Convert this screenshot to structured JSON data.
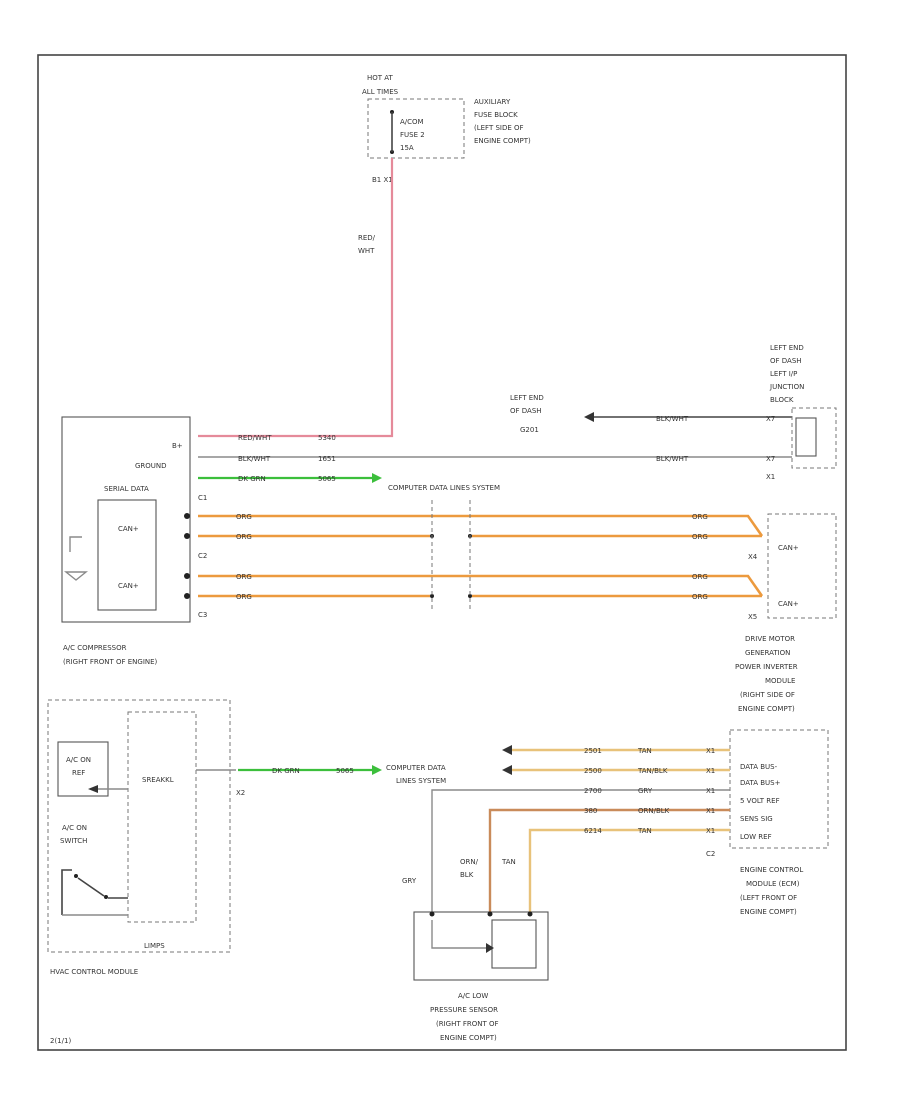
{
  "top_fuse": {
    "hot": "HOT AT",
    "hot2": "ALL TIMES",
    "fuse1": "A/COM",
    "fuse2": "FUSE 2",
    "fuse3": "15A",
    "block1": "AUXILIARY",
    "block2": "FUSE BLOCK",
    "block3": "(LEFT SIDE OF",
    "block4": "ENGINE COMPT)",
    "conn": "B1 X1"
  },
  "feed_wire": {
    "color1": "RED/",
    "color2": "WHT"
  },
  "ground_left": {
    "l1": "LEFT END",
    "l2": "OF DASH",
    "l3": "G201",
    "wire": "BLK/WHT"
  },
  "junction": {
    "l1": "LEFT END",
    "l2": "OF DASH",
    "l3": "LEFT I/P",
    "l4": "JUNCTION",
    "l5": "BLOCK",
    "pin1": "X7",
    "pin2": "X7",
    "conn": "X1"
  },
  "compressor": {
    "pin_bplus": "B+",
    "pin_ground": "GROUND",
    "pin_serial": "SERIAL DATA",
    "can1": "CAN+",
    "can2": "CAN+",
    "c1": "C1",
    "c2": "C2",
    "c3": "C3",
    "label1": "A/C COMPRESSOR",
    "label2": "(RIGHT FRONT OF ENGINE)",
    "w1_color": "RED/WHT",
    "w1_circuit": "5340",
    "w2_color": "BLK/WHT",
    "w2_circuit": "1651",
    "w3_color": "DK GRN",
    "w3_circuit": "5065"
  },
  "comp_data_1": "COMPUTER DATA LINES SYSTEM",
  "can_wires": {
    "a_left": "ORG",
    "a_right": "ORG",
    "b_left": "ORG",
    "b_right": "ORG",
    "c_left": "ORG",
    "c_right": "ORG",
    "d_left": "ORG",
    "d_right": "ORG",
    "bk_right": "BLK/WHT"
  },
  "drive_motor": {
    "p1": "CAN+",
    "p2": "CAN+",
    "pin1": "X4",
    "pin2": "X5",
    "l1": "DRIVE MOTOR",
    "l2": "GENERATION",
    "l3": "POWER INVERTER",
    "l4": "MODULE",
    "l5": "(RIGHT SIDE OF",
    "l6": "ENGINE COMPT)"
  },
  "hvac": {
    "sw1a": "A/C ON",
    "sw1b": "REF",
    "sw2a": "A/C ON",
    "sw2b": "SWITCH",
    "inner": "SREAKKL",
    "bottom": "LIMPS",
    "conn": "X2",
    "label": "HVAC CONTROL MODULE",
    "wire_color": "DK GRN",
    "wire_circuit": "5065"
  },
  "comp_data_2a": "COMPUTER DATA",
  "comp_data_2b": "LINES SYSTEM",
  "ecm": {
    "pins": [
      "DATA BUS-",
      "DATA BUS+",
      "5 VOLT REF",
      "SENS SIG",
      "LOW REF"
    ],
    "cnums": [
      "2501",
      "2500",
      "2700",
      "380",
      "6214"
    ],
    "ccolors": [
      "TAN",
      "TAN/BLK",
      "GRY",
      "ORN/BLK",
      "TAN"
    ],
    "pinnums": [
      "X1",
      "X1",
      "X1",
      "X1",
      "X1"
    ],
    "conn": "C2",
    "l1": "ENGINE CONTROL",
    "l2": "MODULE (ECM)",
    "l3": "(LEFT FRONT OF",
    "l4": "ENGINE COMPT)"
  },
  "sensor": {
    "w_gry": "GRY",
    "w_orn1": "ORN/",
    "w_orn2": "BLK",
    "w_tan": "TAN",
    "l1": "A/C LOW",
    "l2": "PRESSURE SENSOR",
    "l3": "(RIGHT FRONT OF",
    "l4": "ENGINE COMPT)"
  },
  "page_ref": "2(1/1)"
}
